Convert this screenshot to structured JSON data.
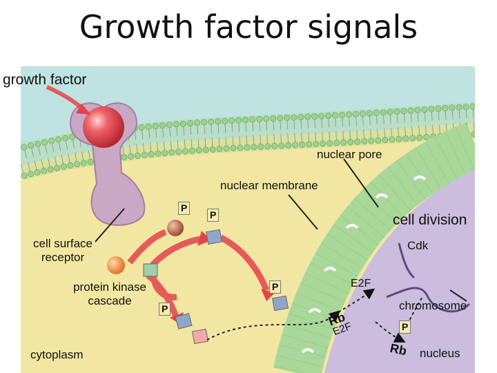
{
  "title": "Growth factor signals",
  "labels": {
    "growth_factor": "growth factor",
    "nuclear_pore": "nuclear pore",
    "nuclear_membrane": "nuclear membrane",
    "cell_division": "cell division",
    "cell_surface_receptor_1": "cell surface",
    "cell_surface_receptor_2": "receptor",
    "cdk": "Cdk",
    "protein_kinase_cascade_1": "protein kinase",
    "protein_kinase_cascade_2": "cascade",
    "e2f": "E2F",
    "chromosome": "chromosome",
    "cytoplasm": "cytoplasm",
    "nucleus": "nucleus",
    "rb": "Rb",
    "rb_complex": "Rb",
    "e2f_complex": "E2F",
    "phosphate": "P"
  },
  "colors": {
    "extracellular": "#bfe3e0",
    "cytoplasm": "#f2e7a2",
    "nuclear_envelope": "#a9d89a",
    "nucleus": "#cbbddd",
    "signal_arrow": "#e5434a",
    "receptor": "#c9a8c6",
    "growth_factor_ball": "#e8424a"
  }
}
